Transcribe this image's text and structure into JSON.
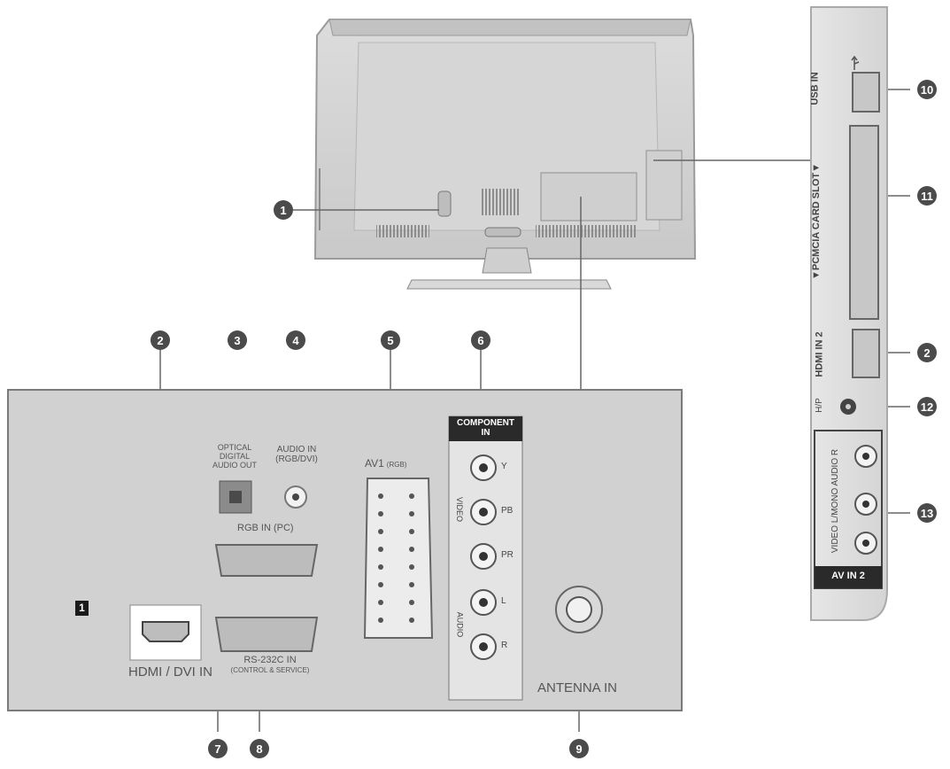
{
  "callouts": [
    "1",
    "2",
    "3",
    "4",
    "5",
    "6",
    "7",
    "8",
    "9",
    "10",
    "11",
    "12",
    "13"
  ],
  "rear_panel": {
    "hdmi_dvi_label": "HDMI / DVI IN",
    "hdmi_index": "1",
    "optical_label": [
      "OPTICAL",
      "DIGITAL",
      "AUDIO OUT"
    ],
    "audio_in_label": [
      "AUDIO IN",
      "(RGB/DVI)"
    ],
    "av1_label": "AV1",
    "av1_sub": "(RGB)",
    "component_label": [
      "COMPONENT",
      "IN"
    ],
    "component_jacks": [
      "Y",
      "PB",
      "PR",
      "L",
      "R"
    ],
    "video_label": "VIDEO",
    "audio_label": "AUDIO",
    "rgb_in_label": "RGB IN (PC)",
    "rs232_label": [
      "RS-232C IN",
      "(CONTROL & SERVICE)"
    ],
    "antenna_label": "ANTENNA IN"
  },
  "side_panel": {
    "usb_label": "USB IN",
    "pcmcia_label": "▼PCMCIA CARD SLOT▼",
    "hdmi2_label": "HDMI IN 2",
    "hp_label": "H/P",
    "av_in2_label": "AV IN 2",
    "av_in2_side_label": "VIDEO L/MONO AUDIO R"
  }
}
